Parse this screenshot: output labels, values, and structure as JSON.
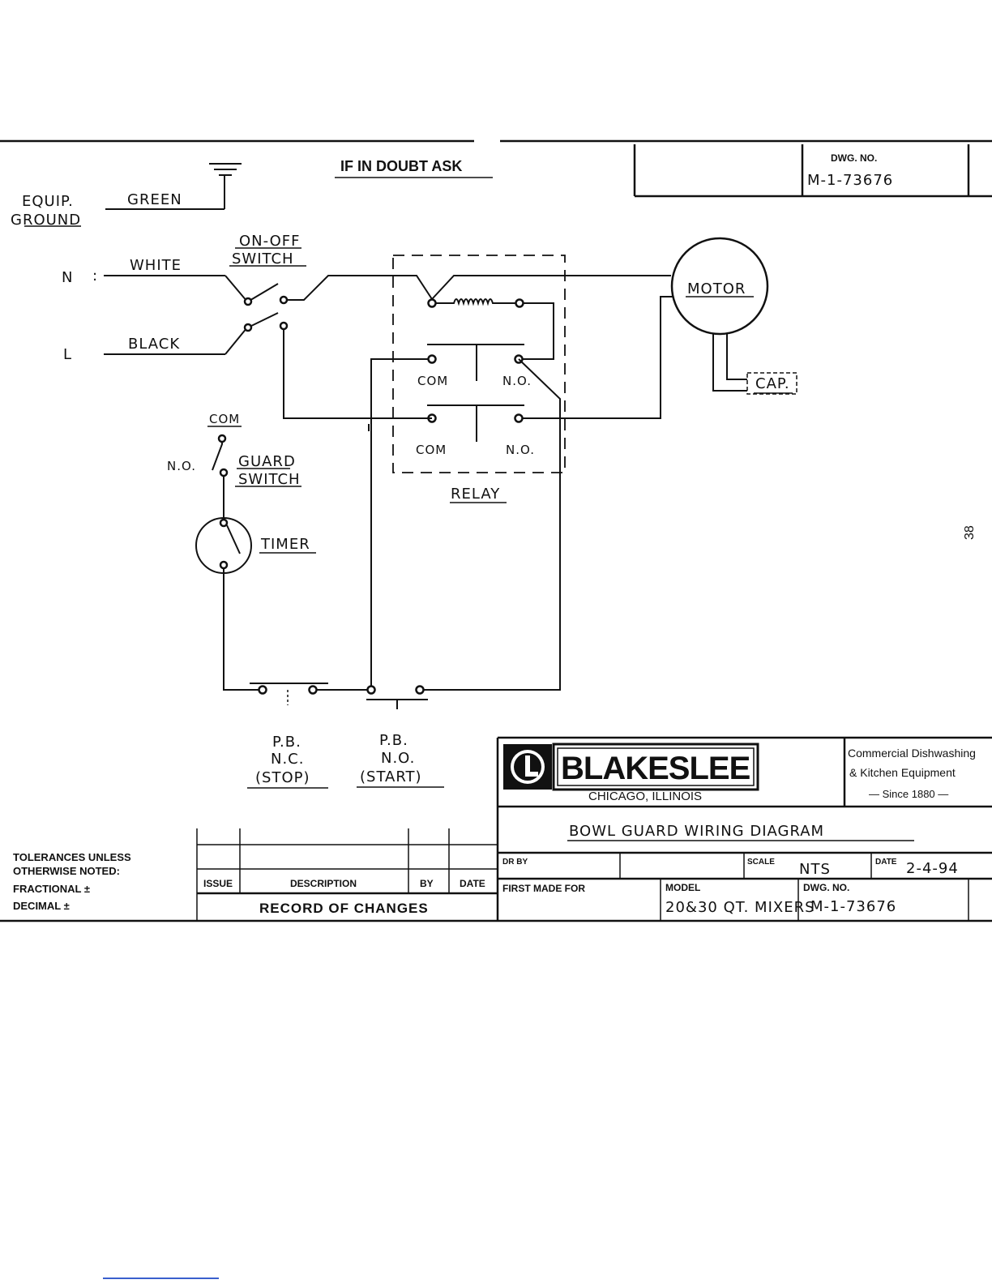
{
  "header": {
    "notice": "IF IN DOUBT ASK",
    "dwg_no_label": "DWG. NO.",
    "dwg_no": "M-1-73676"
  },
  "labels": {
    "equip_ground_1": "EQUIP.",
    "equip_ground_2": "GROUND",
    "green": "GREEN",
    "n": "N",
    "l": "L",
    "white": "WHITE",
    "black": "BLACK",
    "on_off_1": "ON-OFF",
    "on_off_2": "SWITCH",
    "motor": "MOTOR",
    "cap": "CAP.",
    "relay": "RELAY",
    "relay_com_1": "COM",
    "relay_no_1": "N.O.",
    "relay_com_2": "COM",
    "relay_no_2": "N.O.",
    "guard_com": "COM",
    "guard_no": "N.O.",
    "guard_1": "GUARD",
    "guard_2": "SWITCH",
    "timer": "TIMER",
    "pb_stop_1": "P.B.",
    "pb_stop_2": "N.C.",
    "pb_stop_3": "(STOP)",
    "pb_start_1": "P.B.",
    "pb_start_2": "N.O.",
    "pb_start_3": "(START)"
  },
  "page_number": "38",
  "title_block": {
    "company": "BLAKESLEE",
    "city": "CHICAGO, ILLINOIS",
    "tagline_1": "Commercial Dishwashing",
    "tagline_2": "& Kitchen Equipment",
    "tagline_3": "— Since 1880 —",
    "drawing_title": "BOWL GUARD WIRING DIAGRAM",
    "dr_by_label": "DR BY",
    "scale_label": "SCALE",
    "scale": "NTS",
    "date_label": "DATE",
    "date": "2-4-94",
    "first_made_for_label": "FIRST MADE FOR",
    "model_label": "MODEL",
    "model": "20&30 QT. MIXERS",
    "dwg_no_label": "DWG. NO.",
    "dwg_no": "M-1-73676"
  },
  "record_of_changes": {
    "col_issue": "ISSUE",
    "col_description": "DESCRIPTION",
    "col_by": "BY",
    "col_date": "DATE",
    "title": "RECORD OF CHANGES"
  },
  "tolerances": {
    "line1": "TOLERANCES UNLESS",
    "line2": "OTHERWISE NOTED:",
    "fractional": "FRACTIONAL ±",
    "decimal": "DECIMAL ±"
  }
}
